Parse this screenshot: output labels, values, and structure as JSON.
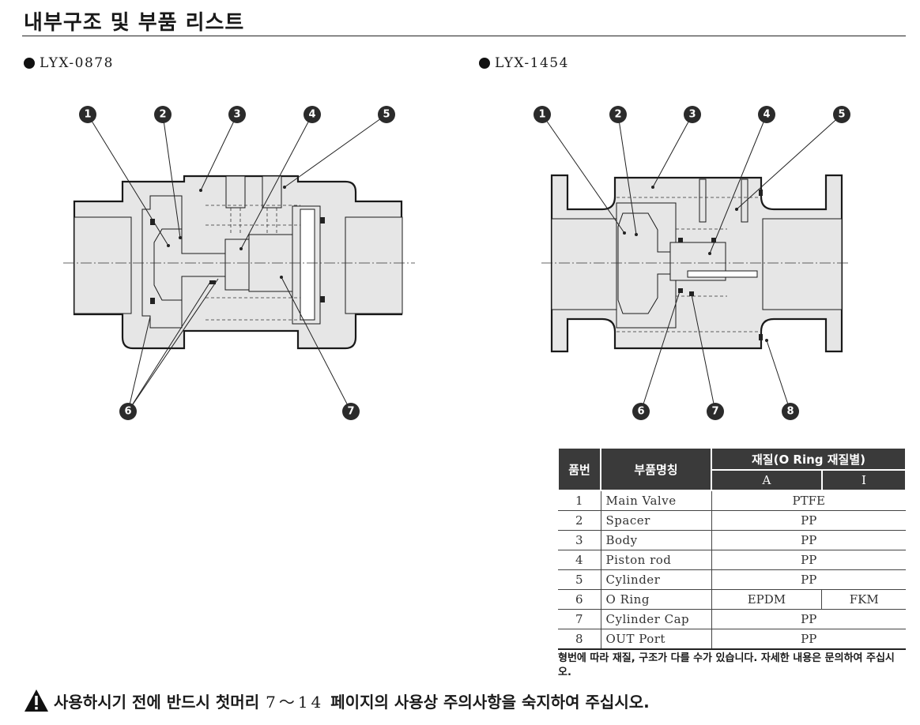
{
  "page": {
    "title": "내부구조 및 부품 리스트",
    "left_model": "LYX-0878",
    "right_model": "LYX-1454"
  },
  "callouts_left": [
    "1",
    "2",
    "3",
    "4",
    "5",
    "6",
    "7"
  ],
  "callouts_right": [
    "1",
    "2",
    "3",
    "4",
    "5",
    "6",
    "7",
    "8"
  ],
  "table": {
    "header_no": "품번",
    "header_name": "부품명칭",
    "header_material": "재질(O Ring 재질별)",
    "sub_a": "A",
    "sub_i": "I",
    "rows": [
      {
        "no": "1",
        "name": "Main Valve",
        "material": "PTFE"
      },
      {
        "no": "2",
        "name": "Spacer",
        "material": "PP"
      },
      {
        "no": "3",
        "name": "Body",
        "material": "PP"
      },
      {
        "no": "4",
        "name": "Piston rod",
        "material": "PP"
      },
      {
        "no": "5",
        "name": "Cylinder",
        "material": "PP"
      },
      {
        "no": "6",
        "name": "O Ring",
        "material_a": "EPDM",
        "material_i": "FKM"
      },
      {
        "no": "7",
        "name": "Cylinder Cap",
        "material": "PP"
      },
      {
        "no": "8",
        "name": "OUT Port",
        "material": "PP"
      }
    ]
  },
  "note": "형번에 따라 재질, 구조가 다를 수가 있습니다. 자세한 내용은 문의하여 주십시오.",
  "warning": {
    "before": "사용하시기 전에 반드시 첫머리",
    "pages": "7～14",
    "after": "페이지의 사용상 주의사항을 숙지하여 주십시오."
  },
  "colors": {
    "header_bg": "#3a3a3a",
    "callout": "#2b2b2b",
    "body_fill": "#e6e6e6"
  }
}
